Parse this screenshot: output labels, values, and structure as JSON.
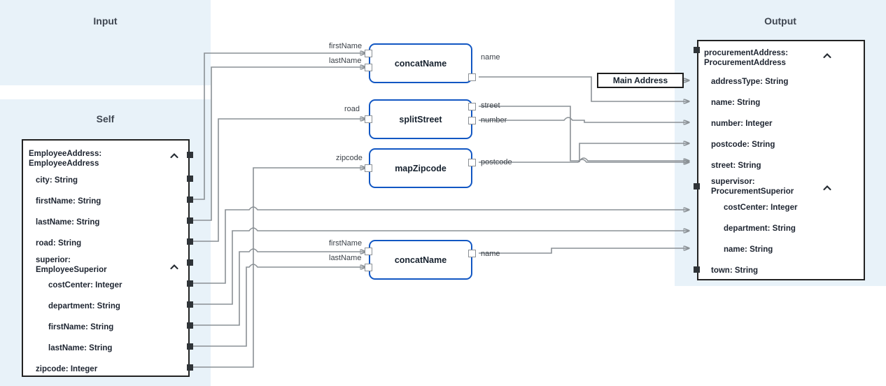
{
  "panels": [
    {
      "key": "input",
      "title": "Input"
    },
    {
      "key": "self",
      "title": "Self"
    },
    {
      "key": "output",
      "title": "Output"
    }
  ],
  "colors": {
    "panel_bg": "#e8f2f9",
    "node_border": "#1257c3",
    "struct_border": "#222222",
    "wire": "#8a9095",
    "port": "#2f3438",
    "text": "#1d2430"
  },
  "self_struct": {
    "header": "EmployeeAddress:\nEmployeeAddress",
    "collapse_icon": "chevron-up-icon",
    "fields": [
      {
        "label": "city: String",
        "indent": 1,
        "collapse": false
      },
      {
        "label": "firstName: String",
        "indent": 1,
        "collapse": false
      },
      {
        "label": "lastName: String",
        "indent": 1,
        "collapse": false
      },
      {
        "label": "road: String",
        "indent": 1,
        "collapse": false
      },
      {
        "label": "superior:\nEmployeeSuperior",
        "indent": 1,
        "collapse": true
      },
      {
        "label": "costCenter: Integer",
        "indent": 2,
        "collapse": false
      },
      {
        "label": "department: String",
        "indent": 2,
        "collapse": false
      },
      {
        "label": "firstName: String",
        "indent": 2,
        "collapse": false
      },
      {
        "label": "lastName: String",
        "indent": 2,
        "collapse": false
      },
      {
        "label": "zipcode: Integer",
        "indent": 1,
        "collapse": false
      }
    ]
  },
  "output_struct": {
    "header": "procurementAddress:\nProcurementAddress",
    "collapse_icon": "chevron-up-icon",
    "fields": [
      {
        "label": "addressType: String",
        "indent": 1,
        "collapse": false
      },
      {
        "label": "name: String",
        "indent": 1,
        "collapse": false
      },
      {
        "label": "number: Integer",
        "indent": 1,
        "collapse": false
      },
      {
        "label": "postcode: String",
        "indent": 1,
        "collapse": false
      },
      {
        "label": "street: String",
        "indent": 1,
        "collapse": false
      },
      {
        "label": "supervisor:\nProcurementSuperior",
        "indent": 1,
        "collapse": true
      },
      {
        "label": "costCenter: Integer",
        "indent": 2,
        "collapse": false
      },
      {
        "label": "department: String",
        "indent": 2,
        "collapse": false
      },
      {
        "label": "name: String",
        "indent": 2,
        "collapse": false
      },
      {
        "label": "town: String",
        "indent": 1,
        "collapse": false
      }
    ]
  },
  "functions": [
    {
      "key": "concatName1",
      "label": "concatName",
      "inputs": [
        "firstName",
        "lastName"
      ],
      "outputs": [
        "name"
      ]
    },
    {
      "key": "splitStreet",
      "label": "splitStreet",
      "inputs": [
        "road"
      ],
      "outputs": [
        "street",
        "number"
      ]
    },
    {
      "key": "mapZipcode",
      "label": "mapZipcode",
      "inputs": [
        "zipcode"
      ],
      "outputs": [
        "postcode"
      ]
    },
    {
      "key": "concatName2",
      "label": "concatName",
      "inputs": [
        "firstName",
        "lastName"
      ],
      "outputs": [
        "name"
      ]
    }
  ],
  "constants": [
    {
      "key": "main-address",
      "label": "Main Address"
    }
  ]
}
